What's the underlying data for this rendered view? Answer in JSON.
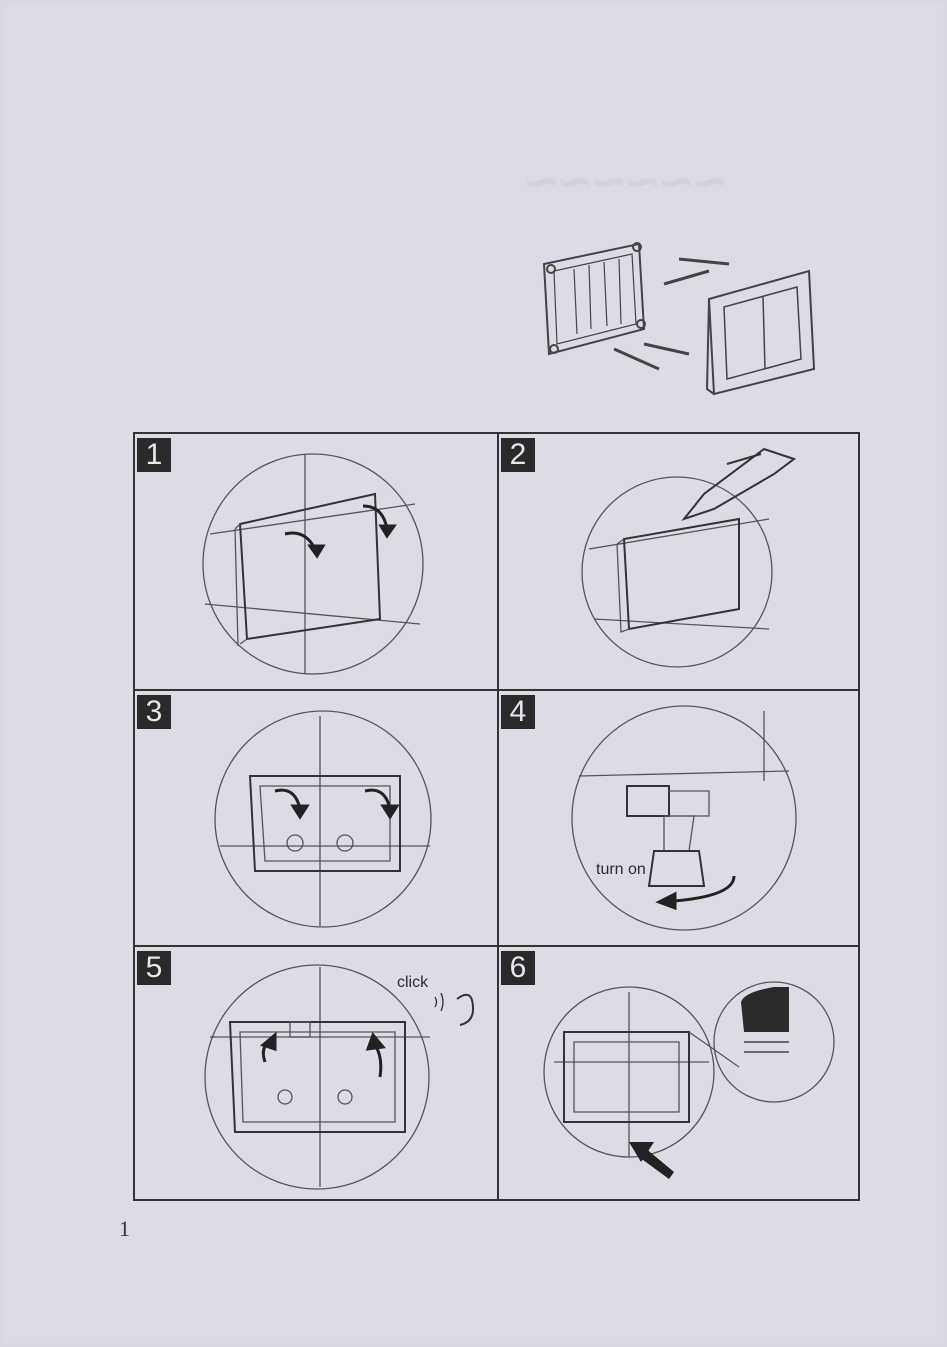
{
  "steps": [
    {
      "number": "1"
    },
    {
      "number": "2"
    },
    {
      "number": "3"
    },
    {
      "number": "4",
      "label": "turn on"
    },
    {
      "number": "5",
      "label": "click"
    },
    {
      "number": "6"
    }
  ],
  "footer": {
    "page_number": "1"
  },
  "colors": {
    "ink": "#333333",
    "paper": "#dcdce7",
    "badge": "#2a2a2a"
  },
  "icons": [
    "rotate-arrow-icon",
    "ear-icon",
    "wrench-icon",
    "push-arrow-icon"
  ]
}
